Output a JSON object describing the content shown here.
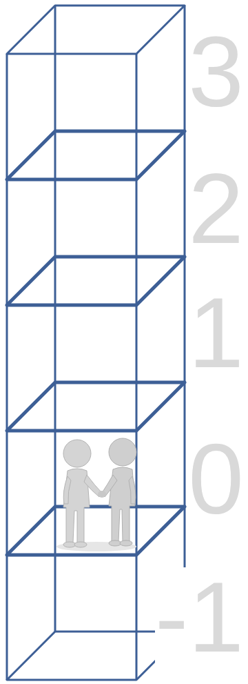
{
  "diagram": {
    "labels": [
      "3",
      "2",
      "1",
      "0",
      "-1"
    ]
  }
}
